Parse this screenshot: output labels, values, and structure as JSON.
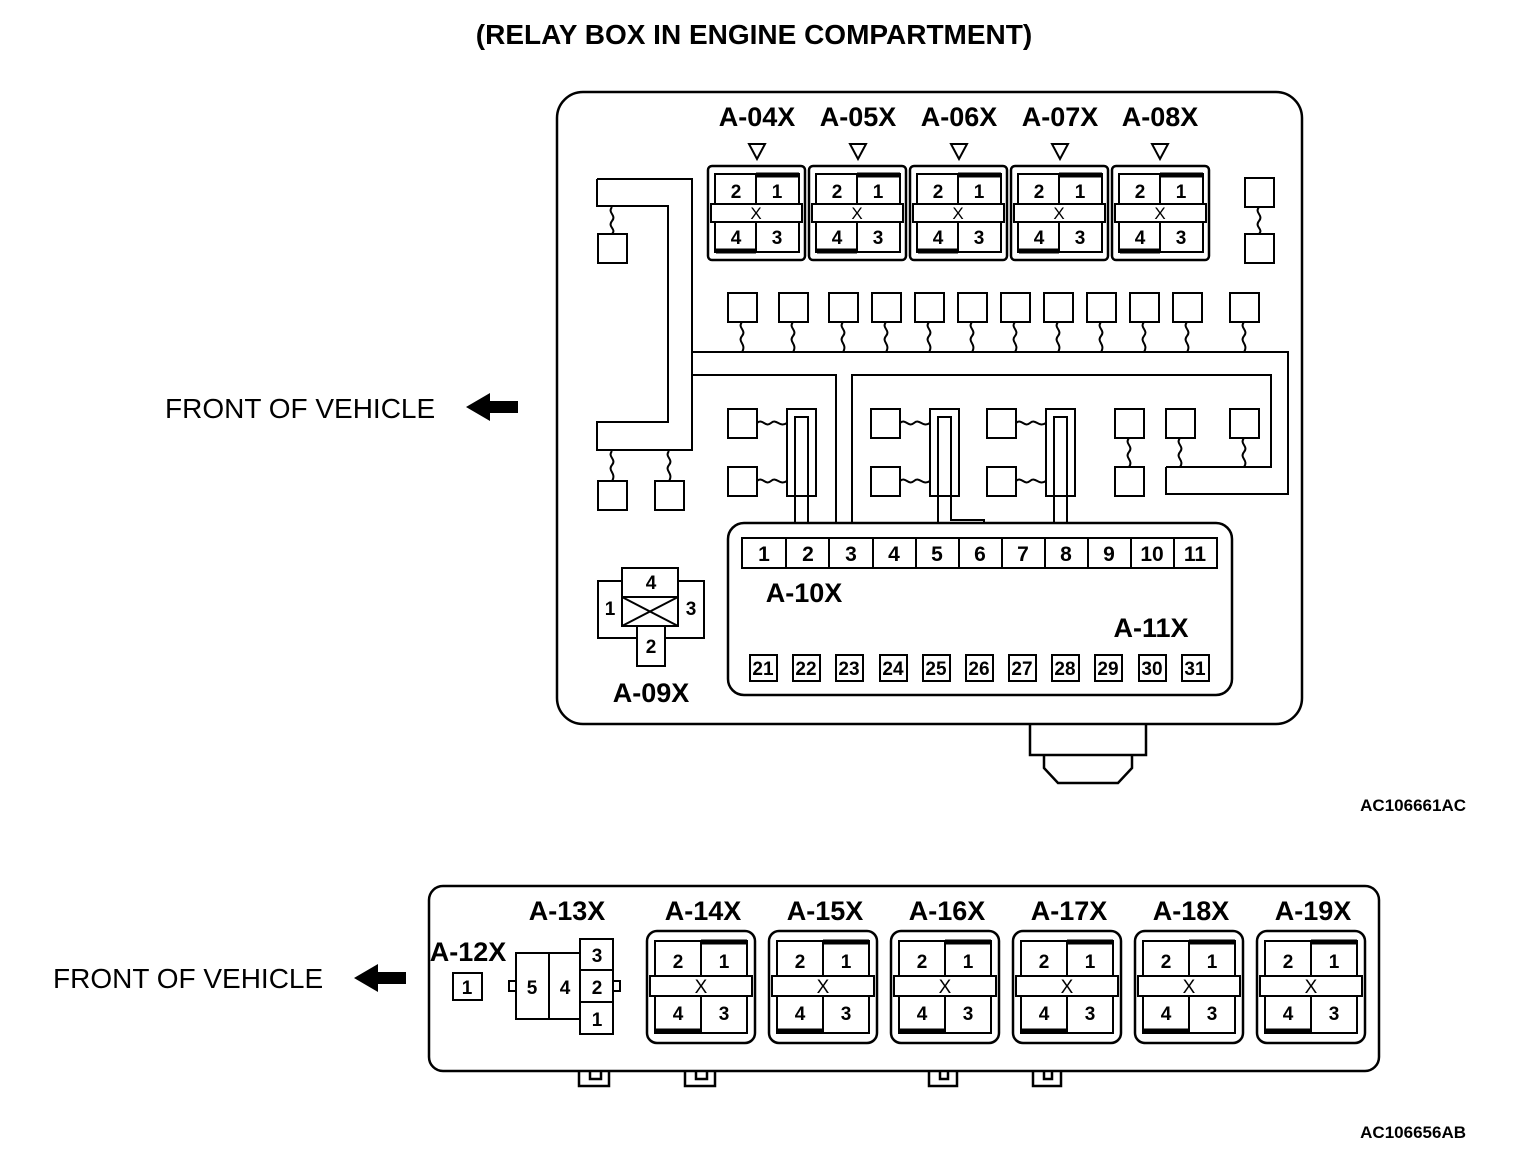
{
  "title": "(RELAY BOX IN ENGINE COMPARTMENT)",
  "front_label_top": "FRONT OF VEHICLE",
  "front_label_bottom": "FRONT OF VEHICLE",
  "code_top": "AC106661AC",
  "code_bottom": "AC106656AB",
  "top_relays": [
    "A-04X",
    "A-05X",
    "A-06X",
    "A-07X",
    "A-08X"
  ],
  "relay_pins": [
    "2",
    "1",
    "X",
    "4",
    "3"
  ],
  "a09": {
    "label": "A-09X",
    "pins": [
      "4",
      "1",
      "3",
      "2"
    ]
  },
  "a10": {
    "label": "A-10X",
    "pins": [
      "1",
      "2",
      "3",
      "4",
      "5",
      "6",
      "7",
      "8",
      "9",
      "10",
      "11"
    ]
  },
  "a11": {
    "label": "A-11X",
    "pins": [
      "21",
      "22",
      "23",
      "24",
      "25",
      "26",
      "27",
      "28",
      "29",
      "30",
      "31"
    ]
  },
  "a12": {
    "label": "A-12X",
    "pin": "1"
  },
  "a13": {
    "label": "A-13X",
    "pins": [
      "5",
      "4",
      "3",
      "2",
      "1"
    ]
  },
  "bottom_relays": [
    "A-14X",
    "A-15X",
    "A-16X",
    "A-17X",
    "A-18X",
    "A-19X"
  ]
}
